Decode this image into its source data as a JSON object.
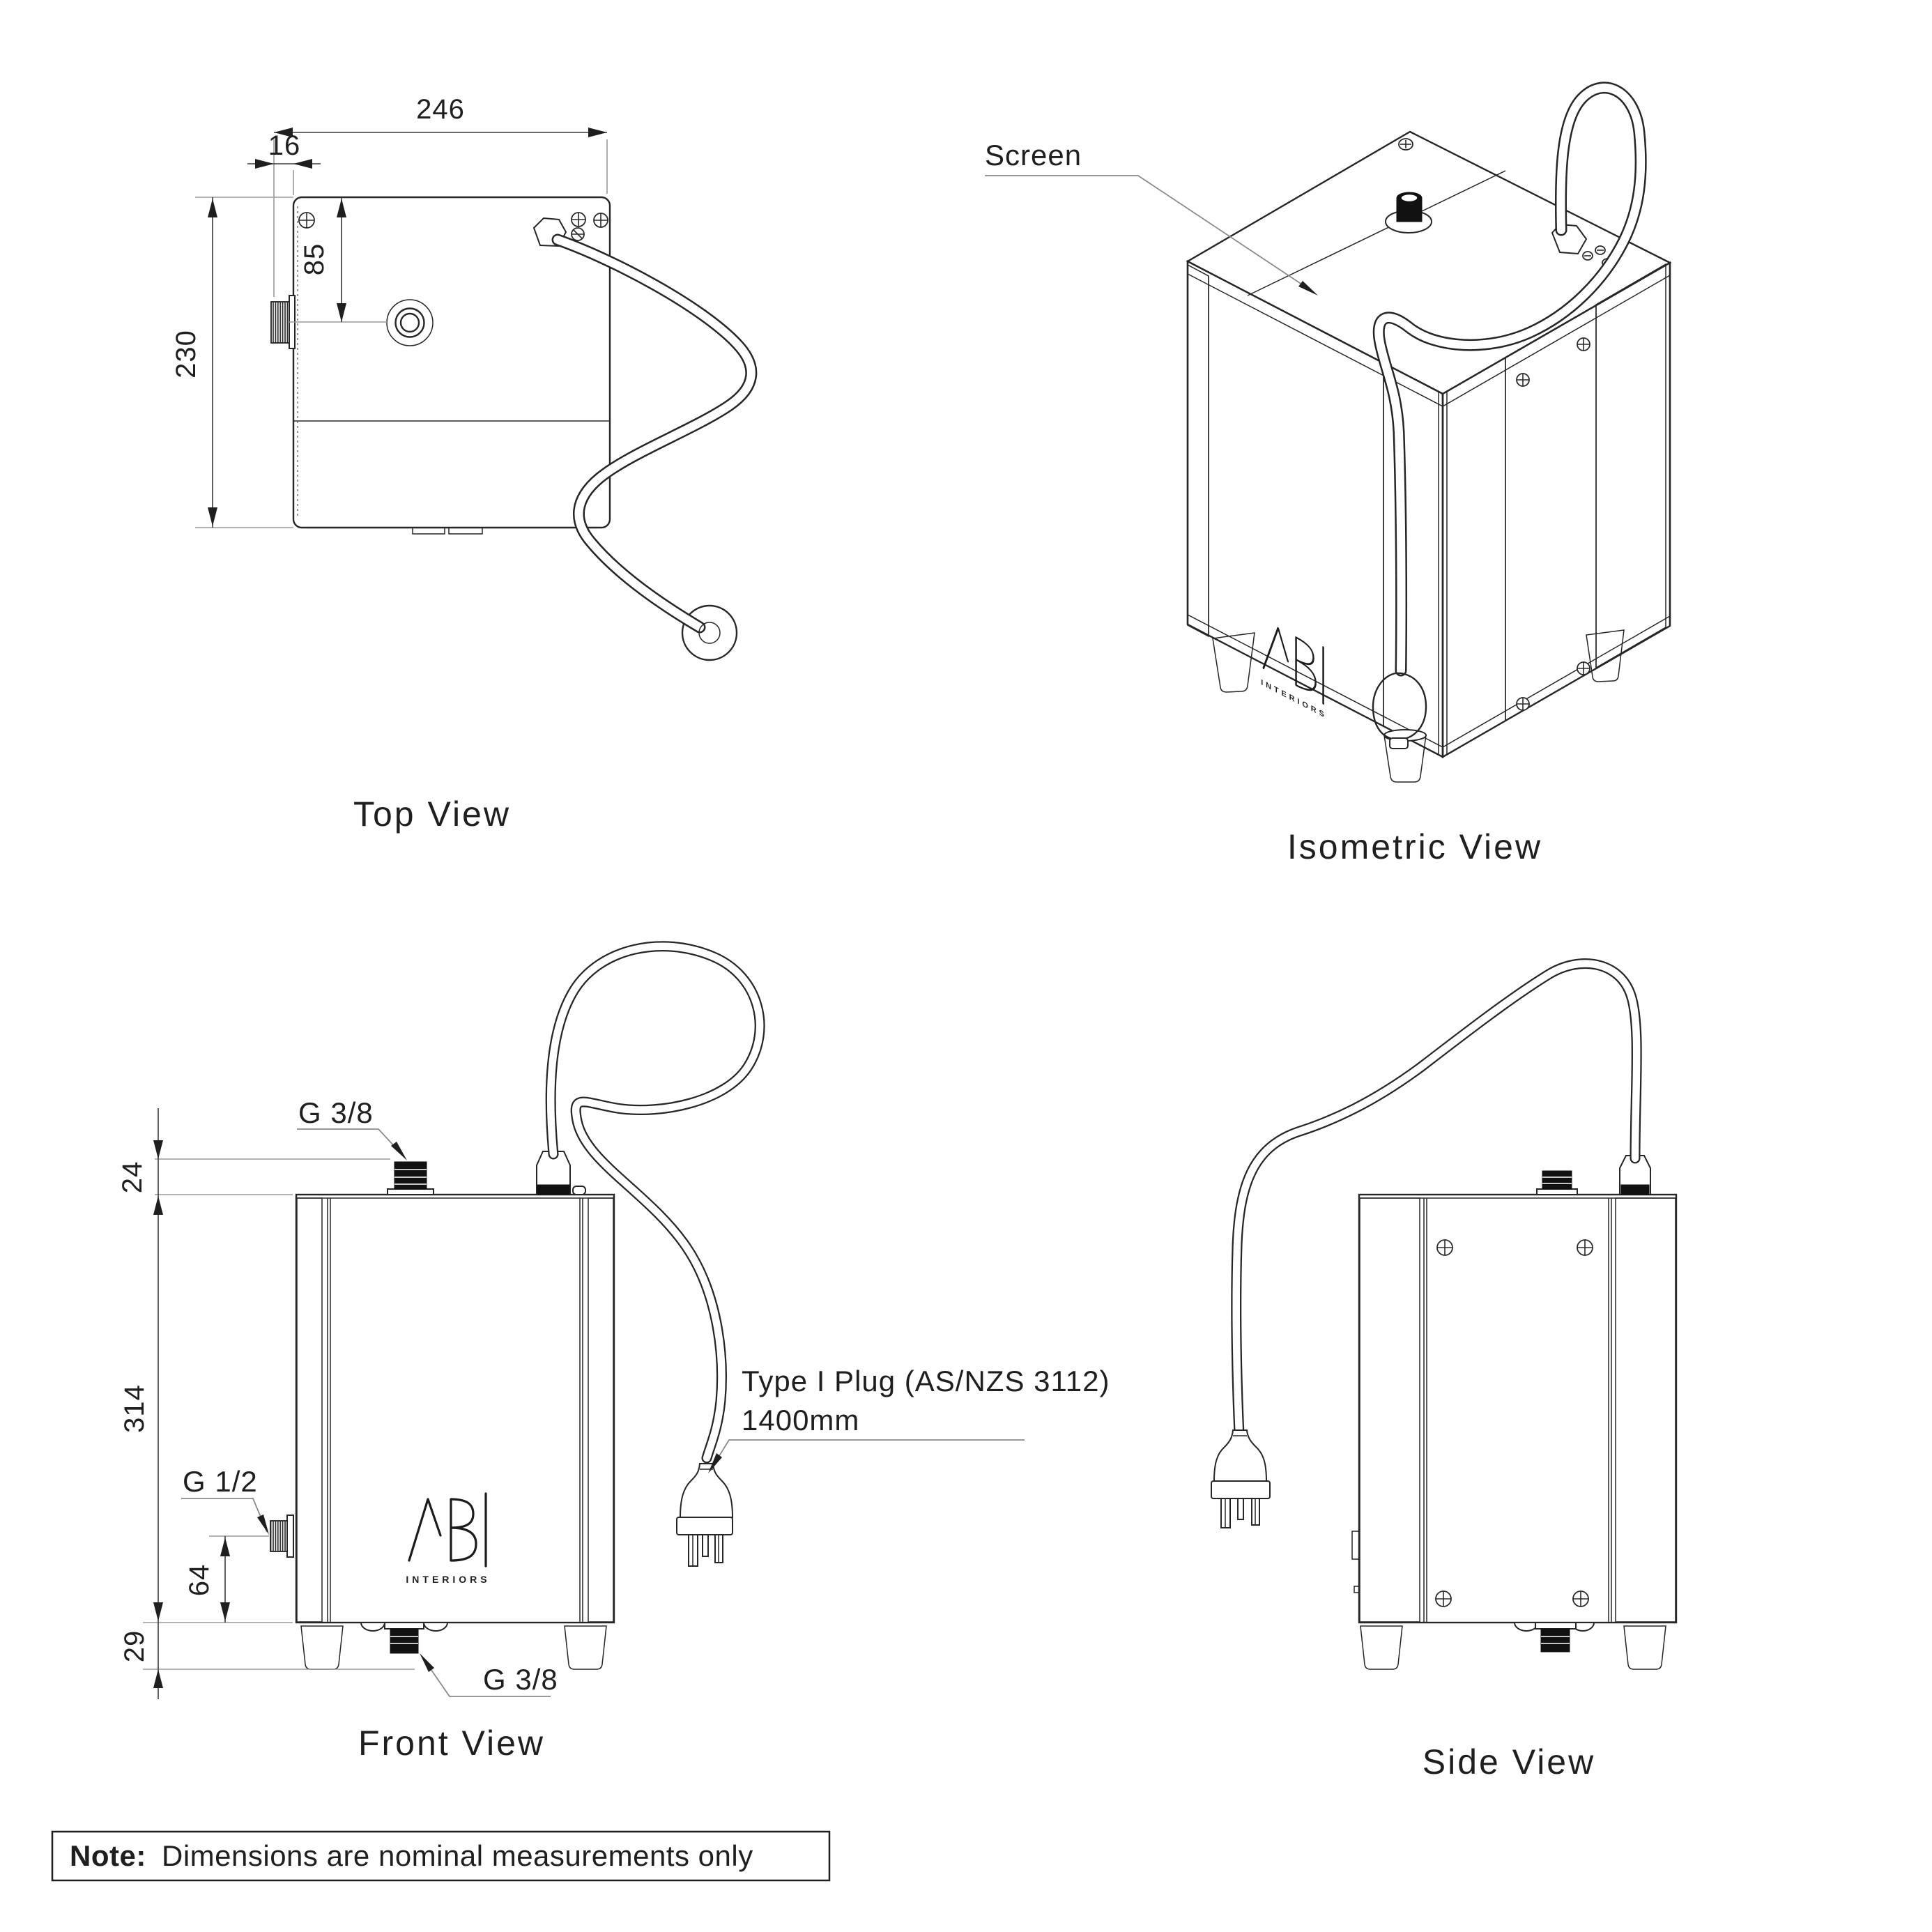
{
  "views": {
    "top": {
      "label": "Top View",
      "dims": {
        "width": "246",
        "fitting_offset": "16",
        "port_offset": "85",
        "depth": "230"
      }
    },
    "isometric": {
      "label": "Isometric View",
      "callouts": {
        "screen": "Screen"
      }
    },
    "front": {
      "label": "Front View",
      "dims": {
        "top_fitting_height": "24",
        "body_height": "314",
        "inlet_height": "64",
        "feet_height": "29"
      },
      "callouts": {
        "top_fitting": "G 3/8",
        "side_fitting": "G 1/2",
        "bottom_fitting": "G 3/8",
        "plug_type": "Type I Plug (AS/NZS 3112)",
        "plug_length": "1400mm"
      }
    },
    "side": {
      "label": "Side View"
    }
  },
  "brand": {
    "name": "ABI",
    "subtitle": "INTERIORS"
  },
  "note": {
    "label": "Note:",
    "text": "Dimensions are nominal measurements only"
  },
  "colors": {
    "line": "#262626",
    "dimension": "#3a3a3a",
    "reference": "#9a9a9a",
    "background": "#ffffff"
  }
}
